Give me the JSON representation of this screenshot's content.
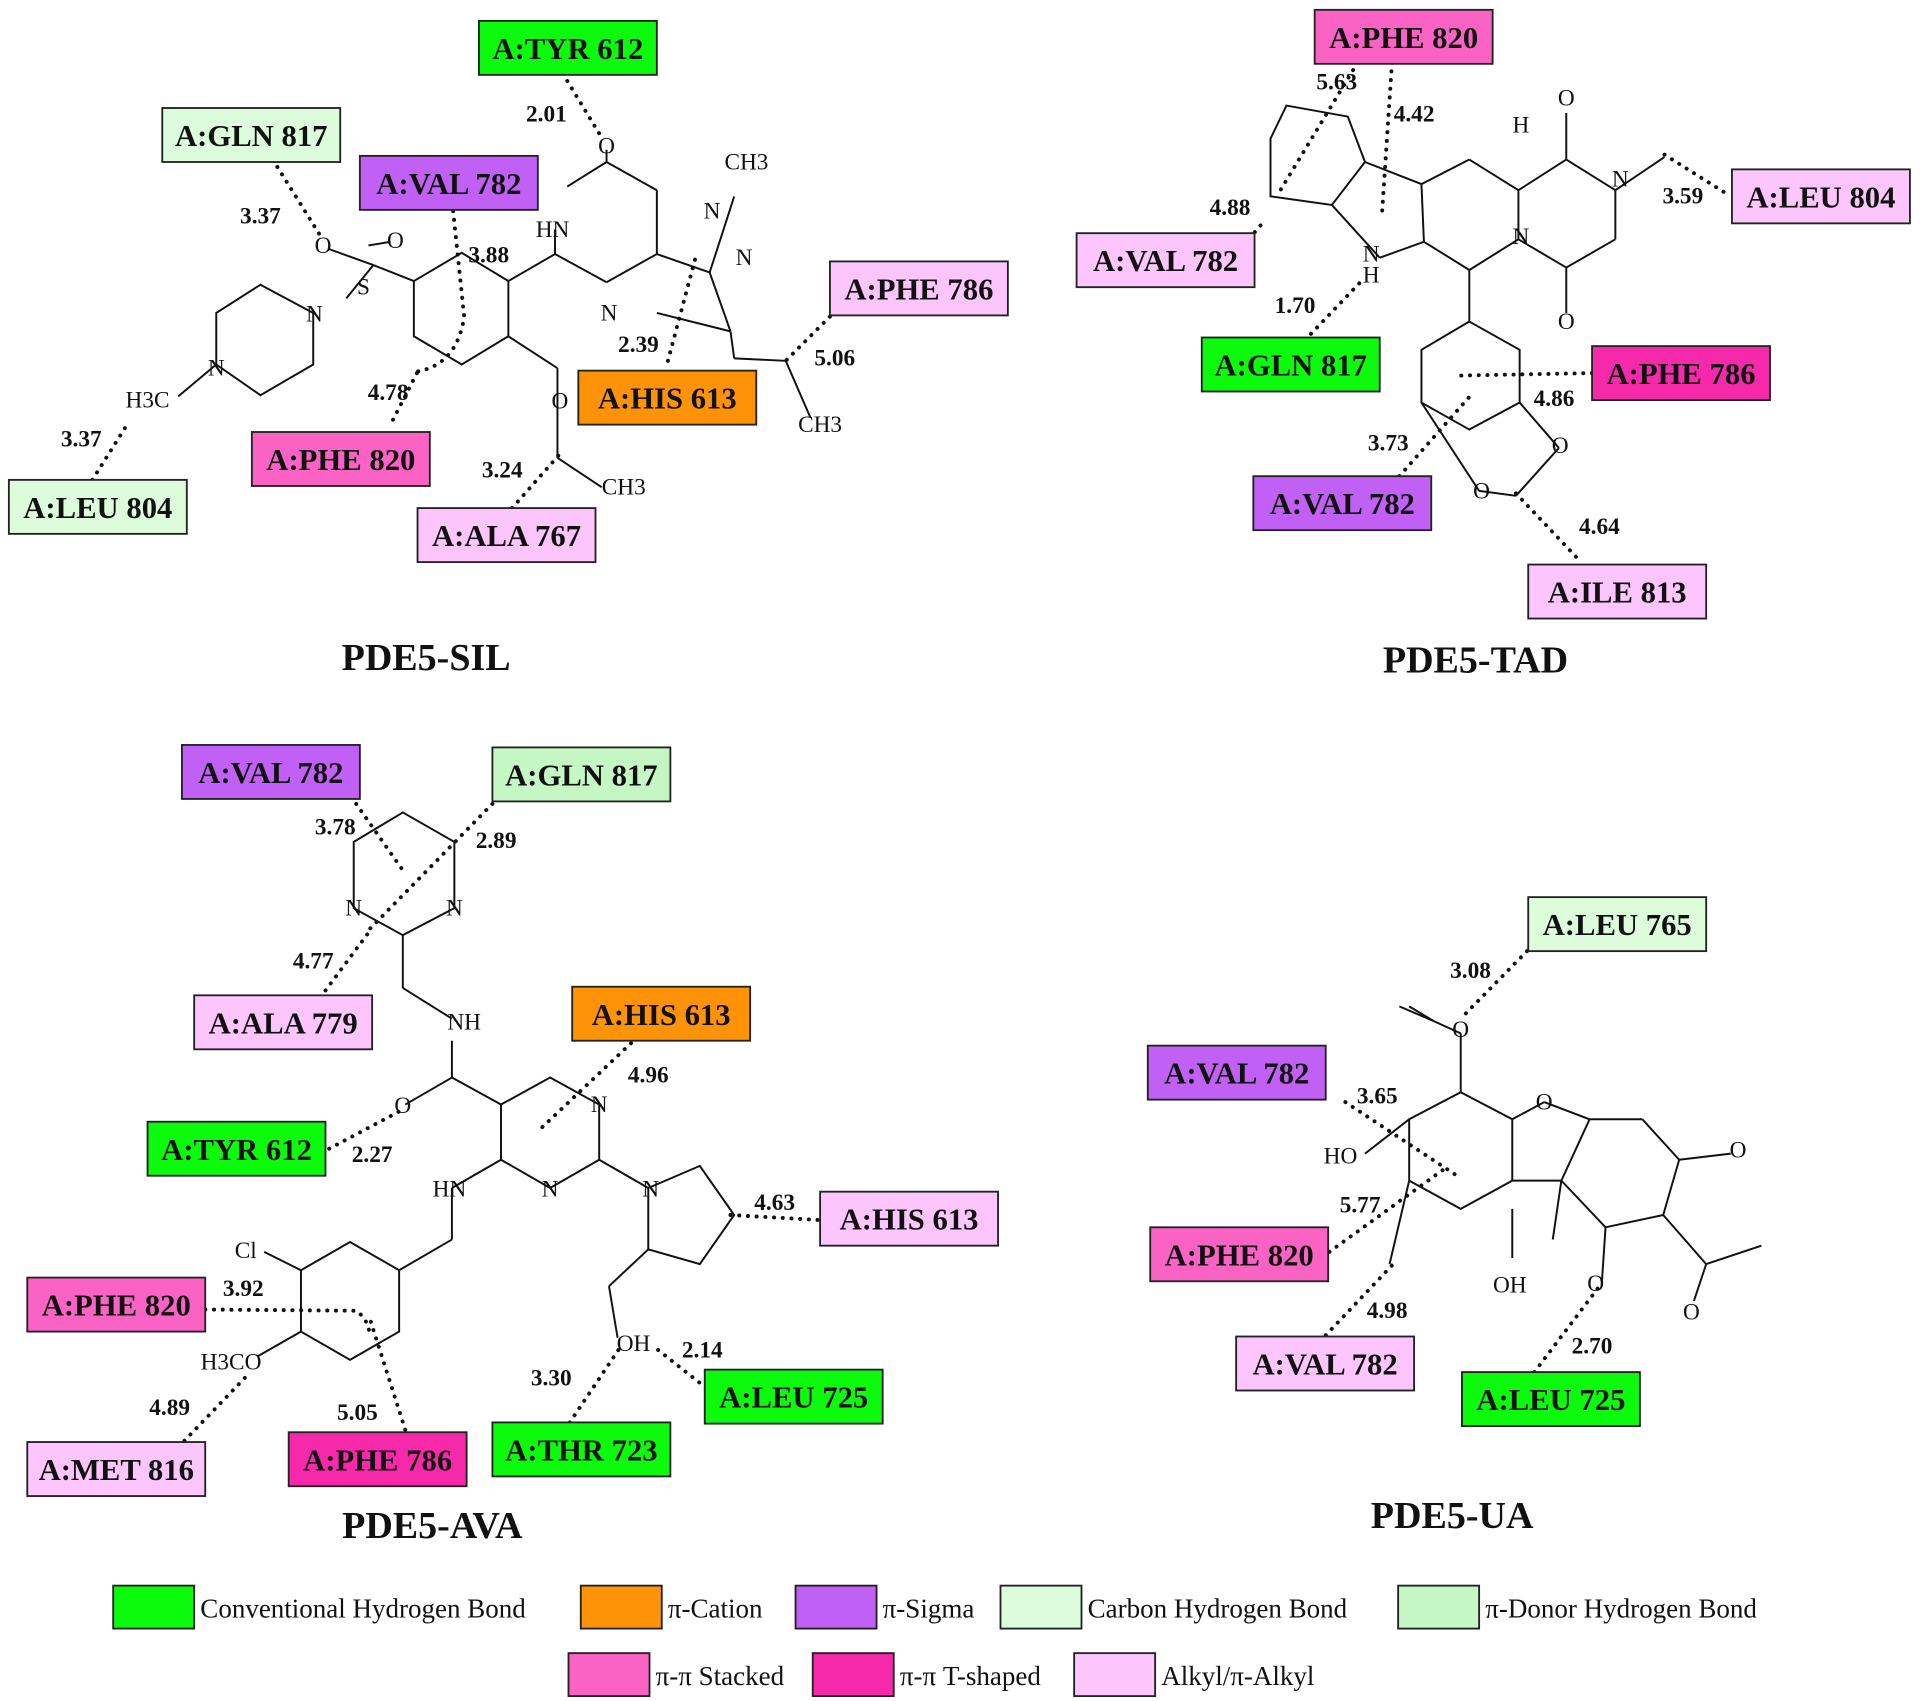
{
  "figure": {
    "interaction_colors": {
      "conventional_h_bond": "#0cfa0c",
      "pi_cation": "#ff9308",
      "pi_sigma": "#c160f5",
      "carbon_h_bond": "#dcfcdc",
      "pi_donor_h_bond": "#c4f7c4",
      "pi_pi_stacked": "#fa63c4",
      "pi_pi_t_shaped": "#f529aa",
      "alkyl_pi_alkyl": "#fcc6fc"
    },
    "panels": [
      {
        "id": "sil",
        "title": "PDE5-SIL",
        "interactions": [
          {
            "residue": "A:TYR 612",
            "type": "conventional_h_bond",
            "distance": "2.01"
          },
          {
            "residue": "A:GLN 817",
            "type": "carbon_h_bond",
            "distance": "3.37"
          },
          {
            "residue": "A:VAL 782",
            "type": "pi_sigma",
            "distance": "3.88"
          },
          {
            "residue": "A:PHE 786",
            "type": "alkyl_pi_alkyl",
            "distance": "5.06"
          },
          {
            "residue": "A:HIS 613",
            "type": "pi_cation",
            "distance": "2.39"
          },
          {
            "residue": "A:PHE 820",
            "type": "pi_pi_stacked",
            "distance": "4.78"
          },
          {
            "residue": "A:LEU 804",
            "type": "carbon_h_bond",
            "distance": "3.37"
          },
          {
            "residue": "A:ALA 767",
            "type": "alkyl_pi_alkyl",
            "distance": "3.24"
          }
        ],
        "atom_labels": [
          "O",
          "CH3",
          "HN",
          "N",
          "N",
          "N",
          "O",
          "O",
          "S",
          "N",
          "N",
          "H3C",
          "O",
          "CH3",
          "CH3"
        ]
      },
      {
        "id": "tad",
        "title": "PDE5-TAD",
        "interactions": [
          {
            "residue": "A:PHE 820",
            "type": "pi_pi_stacked",
            "distance": "5.63"
          },
          {
            "residue": "A:PHE 820",
            "type": "pi_pi_stacked",
            "distance": "4.42",
            "shared_box": true
          },
          {
            "residue": "A:LEU 804",
            "type": "alkyl_pi_alkyl",
            "distance": "3.59"
          },
          {
            "residue": "A:VAL 782",
            "type": "alkyl_pi_alkyl",
            "distance": "4.88"
          },
          {
            "residue": "A:GLN 817",
            "type": "conventional_h_bond",
            "distance": "1.70"
          },
          {
            "residue": "A:PHE 786",
            "type": "pi_pi_t_shaped",
            "distance": "4.86"
          },
          {
            "residue": "A:VAL 782",
            "type": "pi_sigma",
            "distance": "3.73"
          },
          {
            "residue": "A:ILE 813",
            "type": "alkyl_pi_alkyl",
            "distance": "4.64"
          }
        ],
        "atom_labels": [
          "O",
          "H",
          "N",
          "N",
          "N",
          "H",
          "O",
          "O",
          "O"
        ]
      },
      {
        "id": "ava",
        "title": "PDE5-AVA",
        "interactions": [
          {
            "residue": "A:VAL 782",
            "type": "pi_sigma",
            "distance": "3.78"
          },
          {
            "residue": "A:GLN 817",
            "type": "pi_donor_h_bond",
            "distance": "2.89"
          },
          {
            "residue": "A:ALA 779",
            "type": "alkyl_pi_alkyl",
            "distance": "4.77"
          },
          {
            "residue": "A:HIS 613",
            "type": "pi_cation",
            "distance": "4.96"
          },
          {
            "residue": "A:TYR 612",
            "type": "conventional_h_bond",
            "distance": "2.27"
          },
          {
            "residue": "A:HIS 613",
            "type": "alkyl_pi_alkyl",
            "distance": "4.63"
          },
          {
            "residue": "A:PHE 820",
            "type": "pi_pi_stacked",
            "distance": "3.92"
          },
          {
            "residue": "A:LEU 725",
            "type": "conventional_h_bond",
            "distance": "2.14"
          },
          {
            "residue": "A:THR 723",
            "type": "conventional_h_bond",
            "distance": "3.30"
          },
          {
            "residue": "A:MET 816",
            "type": "alkyl_pi_alkyl",
            "distance": "4.89"
          },
          {
            "residue": "A:PHE 786",
            "type": "pi_pi_t_shaped",
            "distance": "5.05"
          }
        ],
        "atom_labels": [
          "N",
          "N",
          "NH",
          "O",
          "N",
          "N",
          "HN",
          "N",
          "Cl",
          "H3CO",
          "OH"
        ]
      },
      {
        "id": "ua",
        "title": "PDE5-UA",
        "interactions": [
          {
            "residue": "A:LEU 765",
            "type": "carbon_h_bond",
            "distance": "3.08"
          },
          {
            "residue": "A:VAL 782",
            "type": "pi_sigma",
            "distance": "3.65"
          },
          {
            "residue": "A:PHE 820",
            "type": "pi_pi_stacked",
            "distance": "5.77"
          },
          {
            "residue": "A:VAL 782",
            "type": "alkyl_pi_alkyl",
            "distance": "4.98"
          },
          {
            "residue": "A:LEU 725",
            "type": "conventional_h_bond",
            "distance": "2.70"
          }
        ],
        "atom_labels": [
          "O",
          "O",
          "HO",
          "O",
          "OH",
          "O",
          "O"
        ]
      }
    ],
    "legend": [
      {
        "key": "conventional_h_bond",
        "label": "Conventional Hydrogen Bond"
      },
      {
        "key": "pi_cation",
        "label": "π-Cation"
      },
      {
        "key": "pi_sigma",
        "label": "π-Sigma"
      },
      {
        "key": "carbon_h_bond",
        "label": "Carbon Hydrogen Bond"
      },
      {
        "key": "pi_donor_h_bond",
        "label": "π-Donor Hydrogen Bond"
      },
      {
        "key": "pi_pi_stacked",
        "label": "π-π Stacked"
      },
      {
        "key": "pi_pi_t_shaped",
        "label": "π-π T-shaped"
      },
      {
        "key": "alkyl_pi_alkyl",
        "label": "Alkyl/π-Alkyl"
      }
    ]
  }
}
